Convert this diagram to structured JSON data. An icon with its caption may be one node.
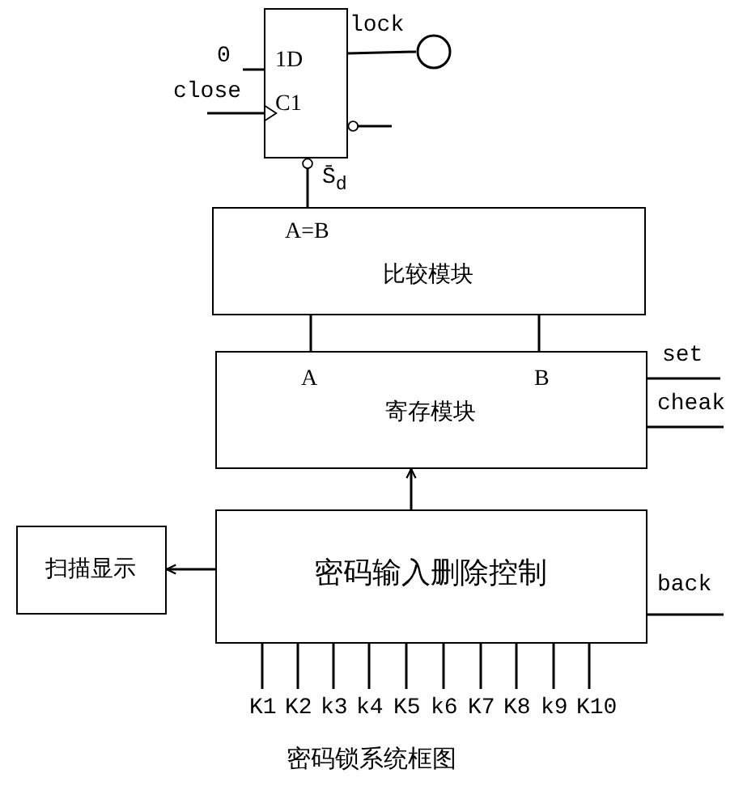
{
  "diagram": {
    "caption": "密码锁系统框图",
    "nodes": [
      {
        "text": [
          "1D",
          "C1"
        ]
      },
      {
        "text": [],
        "shape": "circle"
      },
      {
        "text": [
          "A=B",
          "比较模块"
        ]
      },
      {
        "text": [
          "A",
          "B",
          "寄存模块"
        ]
      },
      {
        "text": [
          "密码输入删除控制"
        ]
      },
      {
        "text": [
          "扫描显示"
        ]
      }
    ],
    "edges": [
      {
        "from": null,
        "to": 0,
        "arrow": "none",
        "label": "0"
      },
      {
        "from": null,
        "to": 0,
        "arrow": "to",
        "label": "close"
      },
      {
        "from": 0,
        "to": 1,
        "arrow": "none",
        "label": "lock"
      },
      {
        "from": 0,
        "to": null,
        "arrow": "other"
      },
      {
        "from": 2,
        "to": 0,
        "arrow": "other",
        "label": "S̄$_{d}$"
      },
      {
        "from": 3,
        "to": 2,
        "arrow": "none"
      },
      {
        "from": 3,
        "to": 2,
        "arrow": "none"
      },
      {
        "from": null,
        "to": 3,
        "arrow": "none",
        "label": "set"
      },
      {
        "from": null,
        "to": 3,
        "arrow": "none",
        "label": "cheak"
      },
      {
        "from": 4,
        "to": 3,
        "arrow": "to"
      },
      {
        "from": 4,
        "to": 5,
        "arrow": "to"
      },
      {
        "from": null,
        "to": 4,
        "arrow": "none",
        "label": "back"
      },
      {
        "from": null,
        "to": 4,
        "arrow": "none",
        "label": "K1"
      },
      {
        "from": null,
        "to": 4,
        "arrow": "none",
        "label": "K2"
      },
      {
        "from": null,
        "to": 4,
        "arrow": "none",
        "label": "k3"
      },
      {
        "from": null,
        "to": 4,
        "arrow": "none",
        "label": "k4"
      },
      {
        "from": null,
        "to": 4,
        "arrow": "none",
        "label": "K5"
      },
      {
        "from": null,
        "to": 4,
        "arrow": "none",
        "label": "k6"
      },
      {
        "from": null,
        "to": 4,
        "arrow": "none",
        "label": "K7"
      },
      {
        "from": null,
        "to": 4,
        "arrow": "none",
        "label": "K8"
      },
      {
        "from": null,
        "to": 4,
        "arrow": "none",
        "label": "k9"
      },
      {
        "from": null,
        "to": 4,
        "arrow": "none",
        "label": "K10"
      }
    ]
  }
}
